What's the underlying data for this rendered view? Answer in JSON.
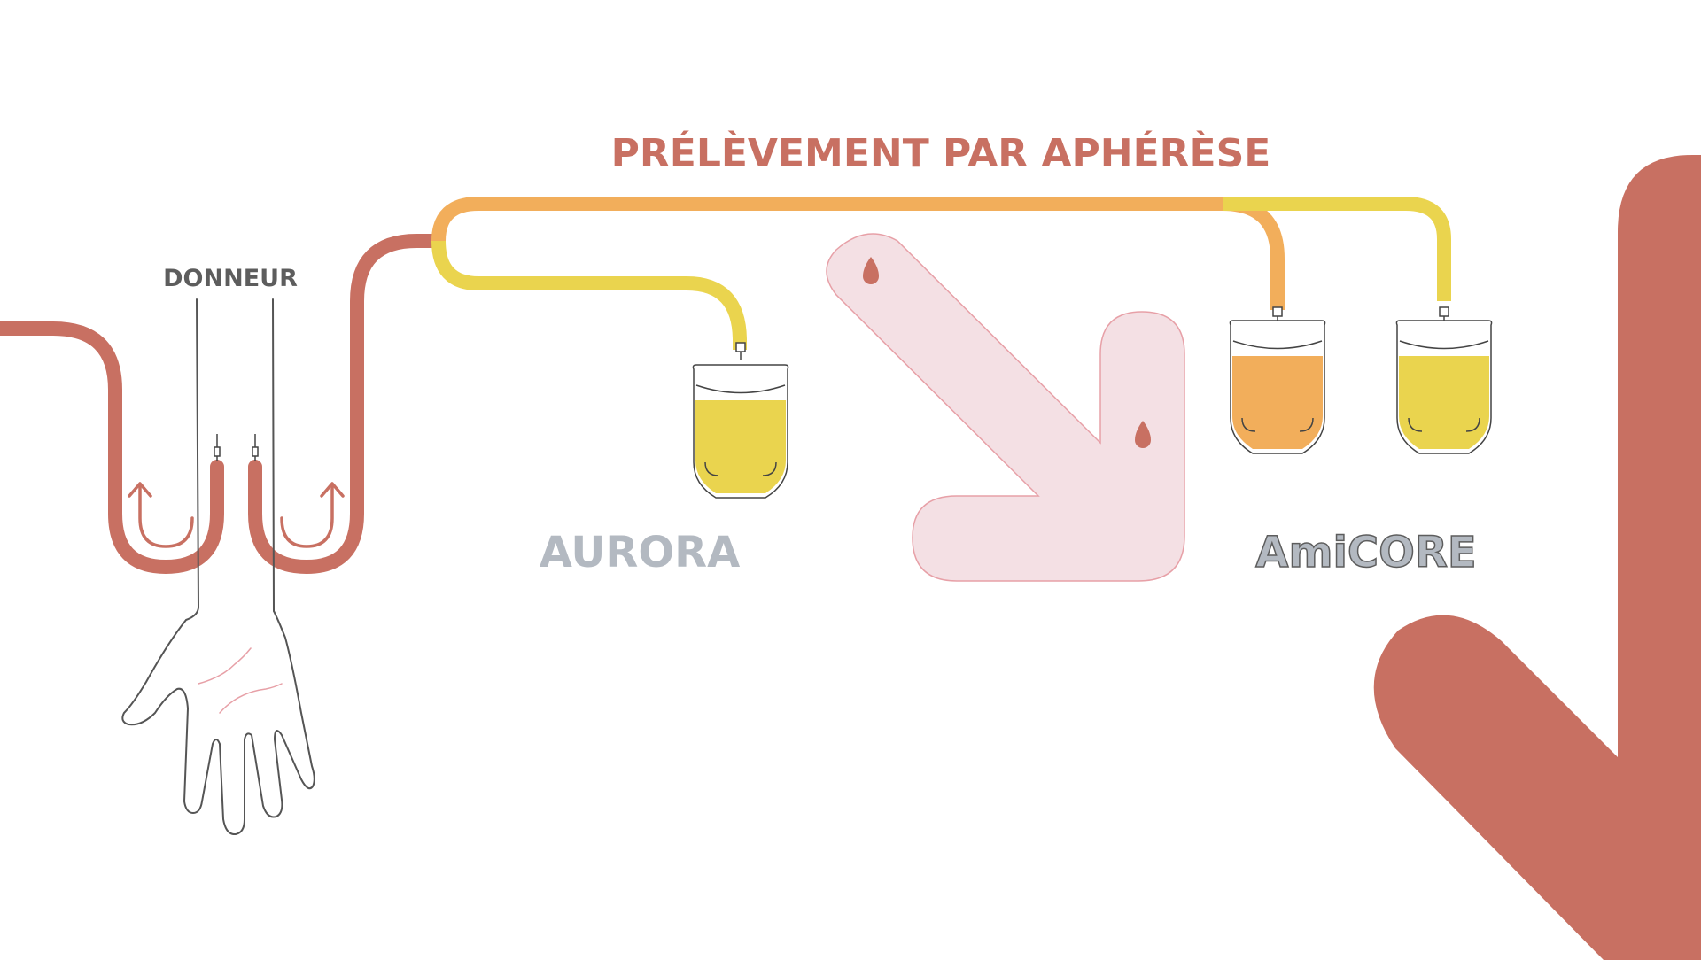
{
  "title": "PRÉLÈVEMENT PAR APHÉRÈSE",
  "donor_label": "DONNEUR",
  "devices": [
    {
      "label": "AURORA"
    },
    {
      "label": "AmiCORE"
    }
  ],
  "colors": {
    "primary": "#c87062",
    "orange": "#f2ae5b",
    "yellow": "#ead44e",
    "arrow_fill": "#f4e0e4",
    "arrow_stroke": "#e7a0a7",
    "device_text": "#b3b9c1",
    "dark_text": "#5d5d5d",
    "outline": "#444444"
  },
  "icons": {
    "arrows": "u-turn-arrow-icon",
    "drops": "blood-drop-icon",
    "bags": "blood-bag-icon",
    "hand": "hand-icon",
    "needles": "needle-icon"
  }
}
